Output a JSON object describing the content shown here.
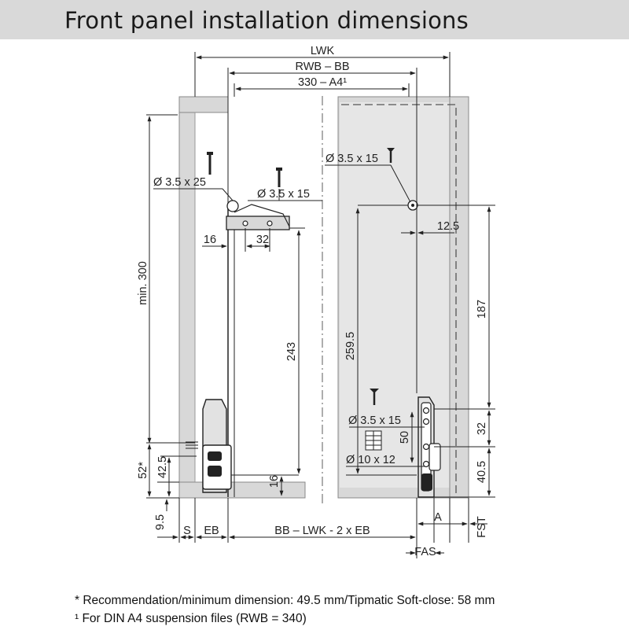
{
  "title": "Front panel installation dimensions",
  "dims": {
    "lwk": "LWK",
    "rwb_bb": "RWB – BB",
    "a4": "330 – A4¹",
    "screw_25": "Ø 3.5 x 25",
    "screw_15_left": "Ø 3.5 x 15",
    "screw_15_right": "Ø 3.5 x 15",
    "d16_top": "16",
    "d32_top": "32",
    "d12_5": "12.5",
    "min300": "min. 300",
    "d243": "243",
    "d259_5": "259.5",
    "d187": "187",
    "screw_15_bottom": "Ø 3.5 x 15",
    "d50": "50",
    "dowel": "Ø 10 x 12",
    "d32_right": "32",
    "d40_5": "40.5",
    "d52": "52*",
    "d42_5": "42.5",
    "d16_bottom": "16",
    "d9_5": "9.5",
    "s": "S",
    "eb": "EB",
    "bb_formula": "BB – LWK - 2 x EB",
    "a": "A",
    "fst": "FST",
    "fas": "FAS"
  },
  "footnotes": {
    "note1": "* Recommendation/minimum dimension: 49.5 mm/Tipmatic Soft-close: 58 mm",
    "note2": "¹ For DIN A4 suspension files (RWB = 340)"
  }
}
